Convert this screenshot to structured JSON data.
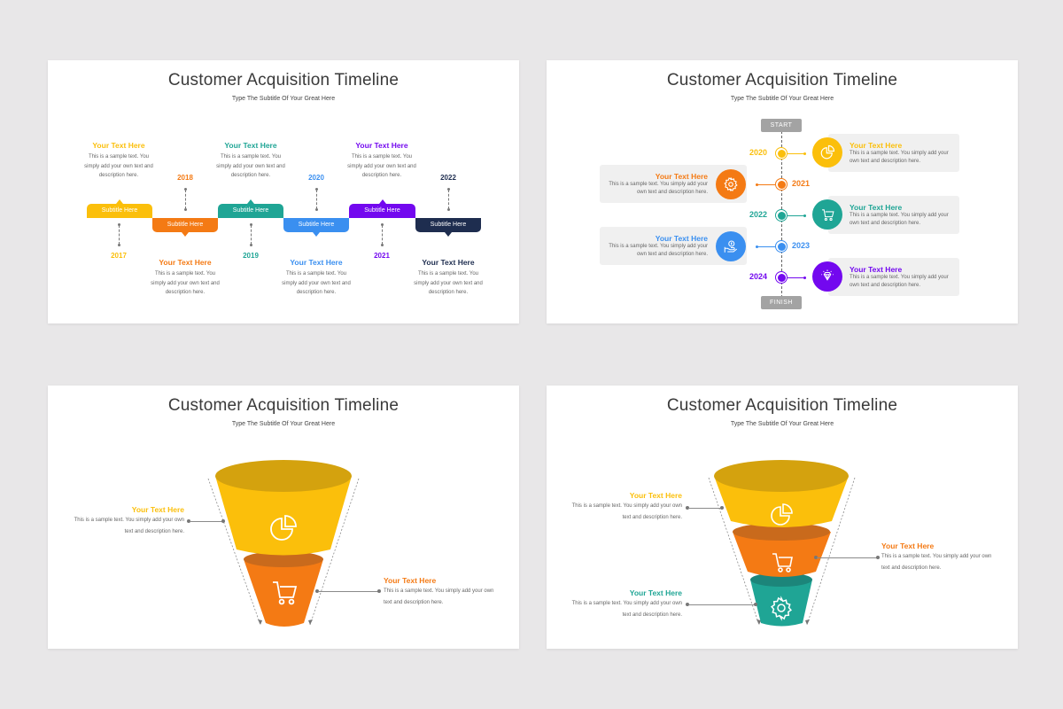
{
  "colors": {
    "yellow": "#fbbf0b",
    "orange": "#f47a14",
    "teal": "#1fa595",
    "blue": "#3a8ff0",
    "purple": "#7308ef",
    "navy": "#1e2d4f",
    "gray_pill": "#a3a3a3",
    "card_bg": "#f0f0f0"
  },
  "slides": [
    {
      "title": "Customer Acquisition Timeline",
      "subtitle": "Type The Subtitle Of Your Great Here",
      "layout": "horizontal-timeline",
      "steps": [
        {
          "year": "2017",
          "label": "Subtitle Here",
          "heading": "Your Text Here",
          "text": "This is a sample text. You simply add your own text and description here.",
          "color": "#fbbf0b",
          "position": "up"
        },
        {
          "year": "2018",
          "label": "Subtitle Here",
          "heading": "Your Text Here",
          "text": "This is a sample text. You simply add your own text and description here.",
          "color": "#f47a14",
          "position": "down"
        },
        {
          "year": "2019",
          "label": "Subtitle Here",
          "heading": "Your Text Here",
          "text": "This is a sample text. You simply add your own text and description here.",
          "color": "#1fa595",
          "position": "up"
        },
        {
          "year": "2020",
          "label": "Subtitle Here",
          "heading": "Your Text Here",
          "text": "This is a sample text. You simply add your own text and description here.",
          "color": "#3a8ff0",
          "position": "down"
        },
        {
          "year": "2021",
          "label": "Subtitle Here",
          "heading": "Your Text Here",
          "text": "This is a sample text. You simply add your own text and description here.",
          "color": "#7308ef",
          "position": "up"
        },
        {
          "year": "2022",
          "label": "Subtitle Here",
          "heading": "Your Text Here",
          "text": "This is a sample text. You simply add your own text and description here.",
          "color": "#1e2d4f",
          "position": "down"
        }
      ]
    },
    {
      "title": "Customer Acquisition Timeline",
      "subtitle": "Type The Subtitle Of Your Great Here",
      "layout": "vertical-timeline",
      "start_label": "START",
      "finish_label": "FINISH",
      "steps": [
        {
          "year": "2020",
          "heading": "Your Text Here",
          "text": "This is a sample text. You simply add your own text and description here.",
          "icon": "pie-chart-icon",
          "color": "#fbbf0b",
          "side": "right"
        },
        {
          "year": "2021",
          "heading": "Your Text Here",
          "text": "This is a sample text. You simply add your own text and description here.",
          "icon": "gear-icon",
          "color": "#f47a14",
          "side": "left"
        },
        {
          "year": "2022",
          "heading": "Your Text Here",
          "text": "This is a sample text. You simply add your own text and description here.",
          "icon": "cart-icon",
          "color": "#1fa595",
          "side": "right"
        },
        {
          "year": "2023",
          "heading": "Your Text Here",
          "text": "This is a sample text. You simply add your own text and description here.",
          "icon": "money-hand-icon",
          "color": "#3a8ff0",
          "side": "left"
        },
        {
          "year": "2024",
          "heading": "Your Text Here",
          "text": "This is a sample text. You simply add your own text and description here.",
          "icon": "diamond-icon",
          "color": "#7308ef",
          "side": "right"
        }
      ]
    },
    {
      "title": "Customer Acquisition Timeline",
      "subtitle": "Type The Subtitle Of Your Great Here",
      "layout": "funnel-2",
      "stages": [
        {
          "heading": "Your Text Here",
          "text": "This is a sample text. You simply add your own text and description here.",
          "icon": "pie-chart-icon",
          "color": "#fbbf0b",
          "side": "left"
        },
        {
          "heading": "Your Text Here",
          "text": "This is a sample text. You simply add your own text and description here.",
          "icon": "cart-icon",
          "color": "#f47a14",
          "side": "right"
        }
      ]
    },
    {
      "title": "Customer Acquisition Timeline",
      "subtitle": "Type The Subtitle Of Your Great Here",
      "layout": "funnel-3",
      "stages": [
        {
          "heading": "Your Text Here",
          "text": "This is a sample text. You simply add your own text and description here.",
          "icon": "pie-chart-icon",
          "color": "#fbbf0b",
          "side": "left"
        },
        {
          "heading": "Your Text Here",
          "text": "This is a sample text. You simply add your own text and description here.",
          "icon": "cart-icon",
          "color": "#f47a14",
          "side": "right"
        },
        {
          "heading": "Your Text Here",
          "text": "This is a sample text. You simply add your own text and description here.",
          "icon": "gear-icon",
          "color": "#1fa595",
          "side": "left"
        }
      ]
    }
  ]
}
